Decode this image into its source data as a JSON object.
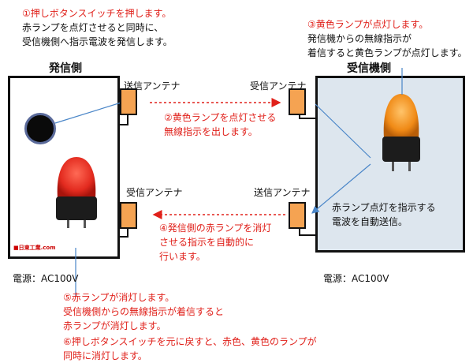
{
  "notes": {
    "n1_line1": "①押しボタンスイッチを押します。",
    "n1_line2": "赤ランプを点灯させると同時に、",
    "n1_line3": "受信機側へ指示電波を発信します。",
    "n3_line1": "③黄色ランプが点灯します。",
    "n3_line2": "発信機からの無線指示が",
    "n3_line3": "着信すると黄色ランプが点灯します。",
    "n2_line1": "②黄色ランプを点灯させる",
    "n2_line2": "無線指示を出します。",
    "n4_line1": "④発信側の赤ランプを消灯",
    "n4_line2": "させる指示を自動的に",
    "n4_line3": "行います。",
    "auto_line1": "赤ランプ点灯を指示する",
    "auto_line2": "電波を自動送信。",
    "n5_line1": "⑤赤ランプが消灯します。",
    "n5_line2": "受信機側からの無線指示が着信すると",
    "n5_line3": "赤ランプが消灯します。",
    "n6_line1": "⑥押しボタンスイッチを元に戻すと、赤色、黄色のランプが",
    "n6_line2": "同時に消灯します。"
  },
  "sender": {
    "title": "発信側",
    "power": "電源：AC100V",
    "logo": "■日東工業.com"
  },
  "receiver": {
    "title": "受信機側",
    "power": "電源：AC100V"
  },
  "antennas": {
    "top_left": "送信アンテナ",
    "top_right": "受信アンテナ",
    "bottom_left": "受信アンテナ",
    "bottom_right": "送信アンテナ"
  },
  "colors": {
    "accent_red": "#e0201a",
    "antenna_fill": "#f5a352",
    "receiver_panel": "#dde6ee",
    "arrow_blue": "#4a86c8",
    "red_lamp": "#e32b1f",
    "yellow_lamp": "#f08a16"
  },
  "icons": {
    "push_button": "black-push-button-icon",
    "red_lamp": "red-signal-lamp-icon",
    "yellow_lamp": "yellow-signal-lamp-icon"
  }
}
